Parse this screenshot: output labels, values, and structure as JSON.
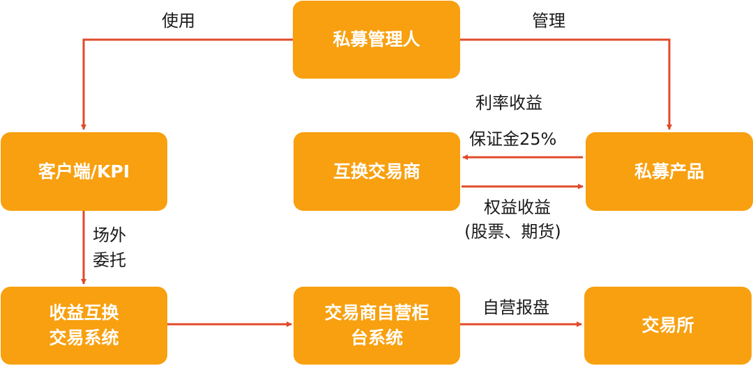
{
  "colors": {
    "node_fill": "#F8A010",
    "node_text": "#FFFFFF",
    "arrow": "#E04A2A",
    "label_text": "#1A1A1A"
  },
  "nodes": {
    "manager": "私募管理人",
    "client": "客户端/KPI",
    "swap_dealer": "互换交易商",
    "private_product": "私募产品",
    "swap_system_line1": "收益互换",
    "swap_system_line2": "交易系统",
    "prop_counter_line1": "交易商自营柜",
    "prop_counter_line2": "台系统",
    "exchange": "交易所"
  },
  "edge_labels": {
    "use": "使用",
    "manage": "管理",
    "interest_return": "利率收益",
    "margin": "保证金25%",
    "equity_return": "权益收益",
    "equity_detail": "(股票、期货)",
    "otc_line1": "场外",
    "otc_line2": "委托",
    "prop_order": "自营报盘"
  }
}
